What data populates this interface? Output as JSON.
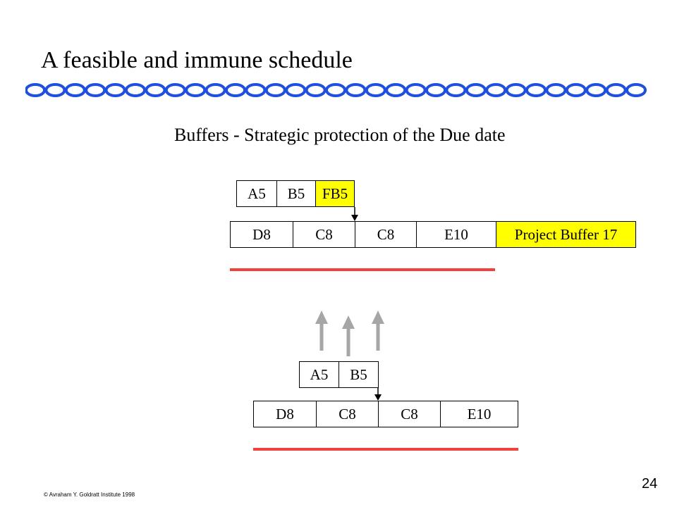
{
  "slide": {
    "title": "A feasible and immune schedule",
    "subtitle": "Buffers - Strategic protection of the Due date",
    "footer": "© Avraham Y. Goldratt Institute 1998",
    "page_number": "24"
  },
  "top_schedule": {
    "feeding_chain": [
      "A5",
      "B5",
      "FB5"
    ],
    "critical_chain": [
      "D8",
      "C8",
      "C8",
      "E10",
      "Project Buffer  17"
    ]
  },
  "bottom_schedule": {
    "feeding_chain": [
      "A5",
      "B5"
    ],
    "critical_chain": [
      "D8",
      "C8",
      "C8",
      "E10"
    ]
  },
  "colors": {
    "buffer": "#ffff00",
    "due_line": "#f2403b",
    "chain": "#1f4fe0",
    "arrow": "#a6a6a6"
  },
  "icons": [
    "chain-decoration-icon",
    "arrow-up-icon",
    "arrow-down-icon"
  ]
}
